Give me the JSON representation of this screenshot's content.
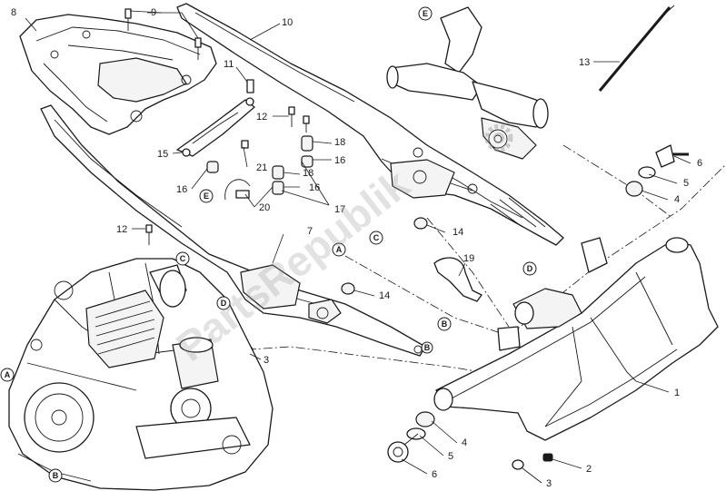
{
  "callouts": {
    "n1": "1",
    "n2": "2",
    "n3a": "3",
    "n3b": "3",
    "n4a": "4",
    "n4b": "4",
    "n5a": "5",
    "n5b": "5",
    "n6a": "6",
    "n6b": "6",
    "n7": "7",
    "n8": "8",
    "n9": "9",
    "n10": "10",
    "n11": "11",
    "n12a": "12",
    "n12b": "12",
    "n13": "13",
    "n14a": "14",
    "n14b": "14",
    "n15": "15",
    "n16a": "16",
    "n16b": "16",
    "n16c": "16",
    "n17": "17",
    "n18a": "18",
    "n18b": "18",
    "n19": "19",
    "n20": "20",
    "n21": "21"
  },
  "refs": {
    "a1": "A",
    "a2": "A",
    "b1": "B",
    "b2": "B",
    "b3": "B",
    "c1": "C",
    "c2": "C",
    "d1": "D",
    "d2": "D",
    "e1": "E",
    "e2": "E"
  },
  "watermark": "PartsRepublik"
}
